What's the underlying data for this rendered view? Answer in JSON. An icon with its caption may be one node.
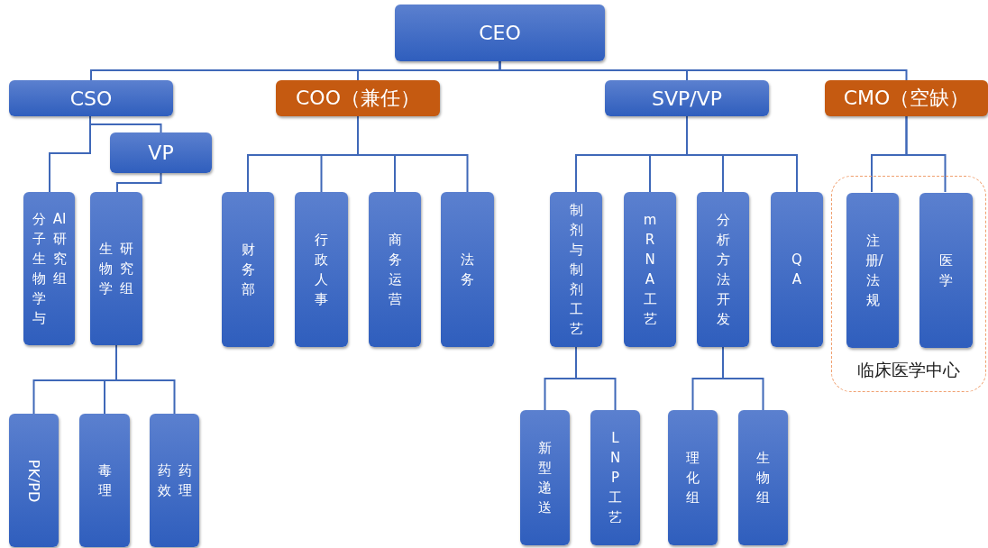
{
  "diagram": {
    "nodes": [
      {
        "text": [
          "CEO"
        ]
      },
      {
        "text": [
          "CSO"
        ]
      },
      {
        "text": [
          "COO（兼任）"
        ]
      },
      {
        "text": [
          "SVP/VP"
        ]
      },
      {
        "text": [
          "CMO（空缺）"
        ]
      },
      {
        "text": [
          "VP"
        ]
      },
      {
        "text": [
          "分子生物学与AI研究组"
        ]
      },
      {
        "text": [
          "生物学研究组"
        ]
      },
      {
        "text": [
          "财务部"
        ]
      },
      {
        "text": [
          "行政人事"
        ]
      },
      {
        "text": [
          "商务运营"
        ]
      },
      {
        "text": [
          "法务"
        ]
      },
      {
        "text": [
          "制剂与制剂工艺"
        ]
      },
      {
        "text": [
          "mRNA工艺"
        ]
      },
      {
        "text": [
          "分析方法开发"
        ]
      },
      {
        "text": [
          "QA"
        ]
      },
      {
        "text": [
          "临床医学中心"
        ]
      },
      {
        "text": [
          "注册/法规"
        ],
        "in": 16
      },
      {
        "text": [
          "医学"
        ],
        "in": 16
      },
      {
        "text": [
          "PK/PD"
        ]
      },
      {
        "text": [
          "毒理"
        ]
      },
      {
        "text": [
          "药效药理"
        ]
      },
      {
        "text": [
          "新型递送"
        ]
      },
      {
        "text": [
          "LNP工艺"
        ]
      },
      {
        "text": [
          "理化组"
        ]
      },
      {
        "text": [
          "生物组"
        ]
      }
    ],
    "edges": [
      {
        "from": 0,
        "to": 1,
        "arrow": "none"
      },
      {
        "from": 0,
        "to": 2,
        "arrow": "none"
      },
      {
        "from": 0,
        "to": 3,
        "arrow": "none"
      },
      {
        "from": 0,
        "to": 4,
        "arrow": "none"
      },
      {
        "from": 1,
        "to": 5,
        "arrow": "none"
      },
      {
        "from": 1,
        "to": 6,
        "arrow": "none"
      },
      {
        "from": 5,
        "to": 7,
        "arrow": "none"
      },
      {
        "from": 2,
        "to": 8,
        "arrow": "none"
      },
      {
        "from": 2,
        "to": 9,
        "arrow": "none"
      },
      {
        "from": 2,
        "to": 10,
        "arrow": "none"
      },
      {
        "from": 2,
        "to": 11,
        "arrow": "none"
      },
      {
        "from": 3,
        "to": 12,
        "arrow": "none"
      },
      {
        "from": 3,
        "to": 13,
        "arrow": "none"
      },
      {
        "from": 3,
        "to": 14,
        "arrow": "none"
      },
      {
        "from": 3,
        "to": 15,
        "arrow": "none"
      },
      {
        "from": 4,
        "to": 17,
        "arrow": "none"
      },
      {
        "from": 4,
        "to": 18,
        "arrow": "none"
      },
      {
        "from": 7,
        "to": 19,
        "arrow": "none"
      },
      {
        "from": 7,
        "to": 20,
        "arrow": "none"
      },
      {
        "from": 7,
        "to": 21,
        "arrow": "none"
      },
      {
        "from": 12,
        "to": 22,
        "arrow": "none"
      },
      {
        "from": 12,
        "to": 23,
        "arrow": "none"
      },
      {
        "from": 14,
        "to": 24,
        "arrow": "none"
      },
      {
        "from": 14,
        "to": 25,
        "arrow": "none"
      }
    ]
  }
}
